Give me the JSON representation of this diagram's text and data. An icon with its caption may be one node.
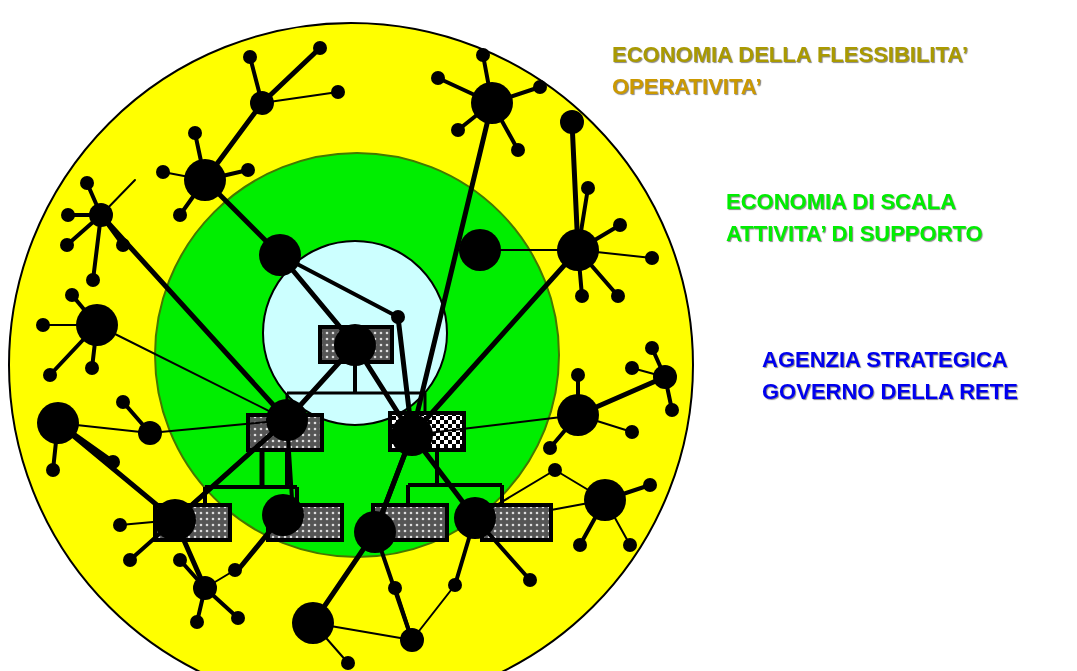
{
  "diagram": {
    "labels": [
      "ECONOMIA DELLA FLESSIBILITA’",
      "OPERATIVITA’",
      "ECONOMIA DI SCALA",
      "ATTIVITA’ DI SUPPORTO",
      "AGENZIA STRATEGICA",
      "GOVERNO DELLA RETE"
    ]
  }
}
